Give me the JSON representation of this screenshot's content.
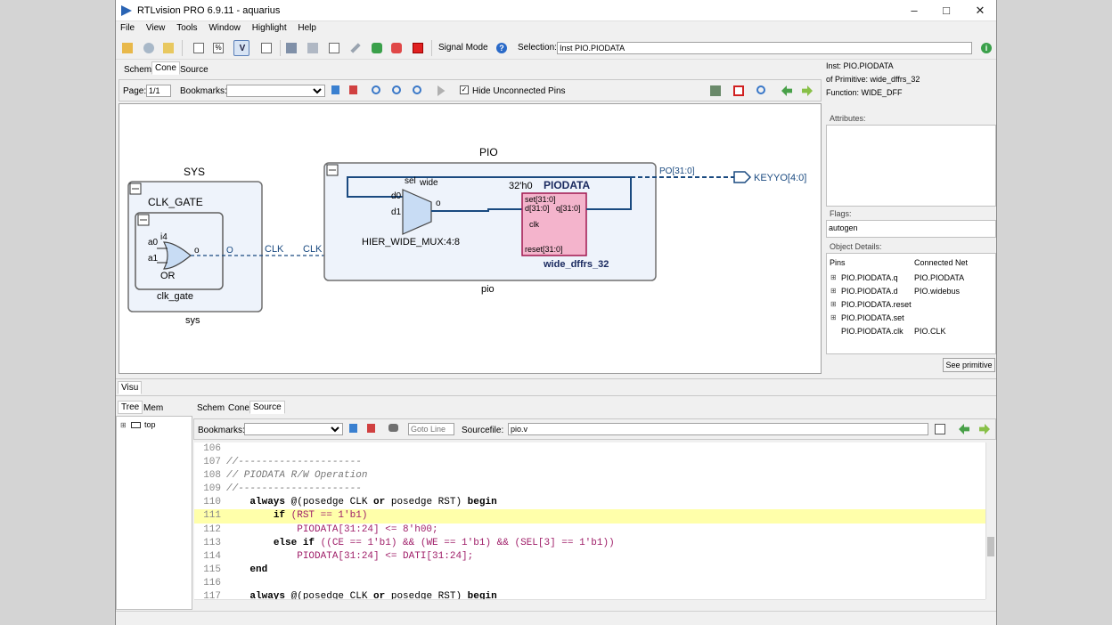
{
  "window": {
    "title": "RTLvision PRO 6.9.11 - aquarius"
  },
  "menu": [
    "File",
    "View",
    "Tools",
    "Window",
    "Highlight",
    "Help"
  ],
  "toolbar": {
    "signal_mode": "Signal Mode",
    "selection_label": "Selection:",
    "selection_value": "Inst PIO.PIODATA"
  },
  "top_tabs": [
    "Schem",
    "Cone",
    "Source"
  ],
  "schem_bar": {
    "page_label": "Page:",
    "page_value": "1/1",
    "bookmarks_label": "Bookmarks:",
    "hide_unconnected": "Hide Unconnected Pins"
  },
  "schematic": {
    "sys_title": "SYS",
    "sys_inst": "sys",
    "clkgate_title": "CLK_GATE",
    "clkgate_inst": "clk_gate",
    "or_a0": "a0",
    "or_a1": "a1",
    "or_i4": "i4",
    "or_o": "o",
    "or_label": "OR",
    "out_O": "O",
    "clk1": "CLK",
    "clk2": "CLK",
    "pio_title": "PIO",
    "pio_inst": "pio",
    "mux_sel": "sel",
    "mux_wide": "wide",
    "mux_d0": "d0",
    "mux_d1": "d1",
    "mux_o": "o",
    "mux_label": "HIER_WIDE_MUX:4:8",
    "reg_init": "32'h0",
    "reg_name": "PIODATA",
    "reg_set": "set[31:0]",
    "reg_d": "d[31:0]",
    "reg_q": "q[31:0]",
    "reg_clk": "clk",
    "reg_reset": "reset[31:0]",
    "reg_type": "wide_dffrs_32",
    "po_bus": "PO[31:0]",
    "port_out": "KEYYO[4:0]"
  },
  "inspector": {
    "inst": "Inst:  PIO.PIODATA",
    "primitive": "of Primitive:  wide_dffrs_32",
    "function": "Function:  WIDE_DFF",
    "attributes_label": "Attributes:",
    "flags_label": "Flags:",
    "flags_value": "autogen",
    "object_details_label": "Object Details:",
    "pins_header": "Pins",
    "net_header": "Connected Net",
    "rows": [
      {
        "pin": "PIO.PIODATA.q",
        "net": "PIO.PIODATA"
      },
      {
        "pin": "PIO.PIODATA.d",
        "net": "PIO.widebus"
      },
      {
        "pin": "PIO.PIODATA.reset",
        "net": ""
      },
      {
        "pin": "PIO.PIODATA.set",
        "net": ""
      },
      {
        "pin": "PIO.PIODATA.clk",
        "net": "PIO.CLK"
      }
    ],
    "see_primitive": "See primitive"
  },
  "visu_tab": "Visu",
  "left_tabs": [
    "Tree",
    "Mem"
  ],
  "tree": {
    "root": "top"
  },
  "bottom_tabs": [
    "Schem",
    "Cone",
    "Source"
  ],
  "source_bar": {
    "bookmarks_label": "Bookmarks:",
    "goto_placeholder": "Goto Line",
    "sourcefile_label": "Sourcefile:",
    "sourcefile_value": "pio.v"
  },
  "source": [
    {
      "n": "106",
      "parts": []
    },
    {
      "n": "107",
      "parts": [
        {
          "c": "cm",
          "t": "//---------------------"
        }
      ]
    },
    {
      "n": "108",
      "parts": [
        {
          "c": "cm",
          "t": "// PIODATA R/W Operation"
        }
      ]
    },
    {
      "n": "109",
      "parts": [
        {
          "c": "cm",
          "t": "//---------------------"
        }
      ]
    },
    {
      "n": "110",
      "parts": [
        {
          "c": "",
          "t": "    "
        },
        {
          "c": "kw",
          "t": "always"
        },
        {
          "c": "",
          "t": " @(posedge CLK "
        },
        {
          "c": "kw",
          "t": "or"
        },
        {
          "c": "",
          "t": " posedge RST) "
        },
        {
          "c": "kw",
          "t": "begin"
        }
      ]
    },
    {
      "n": "111",
      "hl": true,
      "parts": [
        {
          "c": "",
          "t": "        "
        },
        {
          "c": "kw",
          "t": "if"
        },
        {
          "c": "pk",
          "t": " (RST == 1'b1)"
        }
      ]
    },
    {
      "n": "112",
      "parts": [
        {
          "c": "pk",
          "t": "            PIODATA[31:24] <= 8'h00;"
        }
      ]
    },
    {
      "n": "113",
      "parts": [
        {
          "c": "",
          "t": "        "
        },
        {
          "c": "kw",
          "t": "else if"
        },
        {
          "c": "pk",
          "t": " ((CE == 1'b1) && (WE == 1'b1) && (SEL[3] == 1'b1))"
        }
      ]
    },
    {
      "n": "114",
      "parts": [
        {
          "c": "pk",
          "t": "            PIODATA[31:24] <= DATI[31:24];"
        }
      ]
    },
    {
      "n": "115",
      "parts": [
        {
          "c": "",
          "t": "    "
        },
        {
          "c": "kw",
          "t": "end"
        }
      ]
    },
    {
      "n": "116",
      "parts": []
    },
    {
      "n": "117",
      "parts": [
        {
          "c": "",
          "t": "    "
        },
        {
          "c": "kw",
          "t": "always"
        },
        {
          "c": "",
          "t": " @(posedge CLK "
        },
        {
          "c": "kw",
          "t": "or"
        },
        {
          "c": "",
          "t": " posedge RST) "
        },
        {
          "c": "kw",
          "t": "begin"
        }
      ]
    }
  ]
}
